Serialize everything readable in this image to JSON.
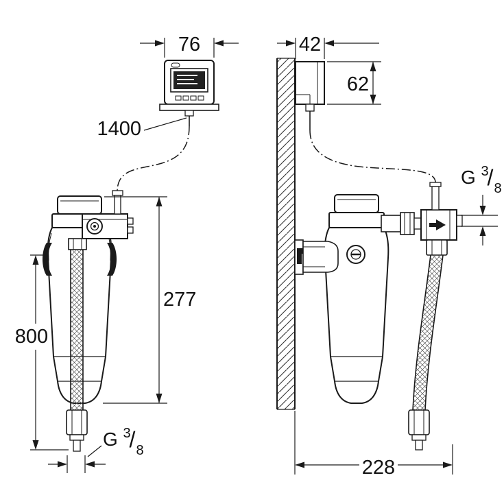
{
  "dimensions": {
    "unit_width": "76",
    "unit_depth": "42",
    "unit_height": "62",
    "cable_length": "1400",
    "filter_height": "277",
    "hose_length": "800",
    "wall_offset": "228"
  },
  "threads": {
    "left": {
      "prefix": "G",
      "numerator": "3",
      "slash": "/",
      "denominator": "8"
    },
    "right": {
      "prefix": "G",
      "numerator": "3",
      "slash": "/",
      "denominator": "8"
    }
  },
  "colors": {
    "line": "#1a1a1a",
    "background": "#ffffff"
  }
}
